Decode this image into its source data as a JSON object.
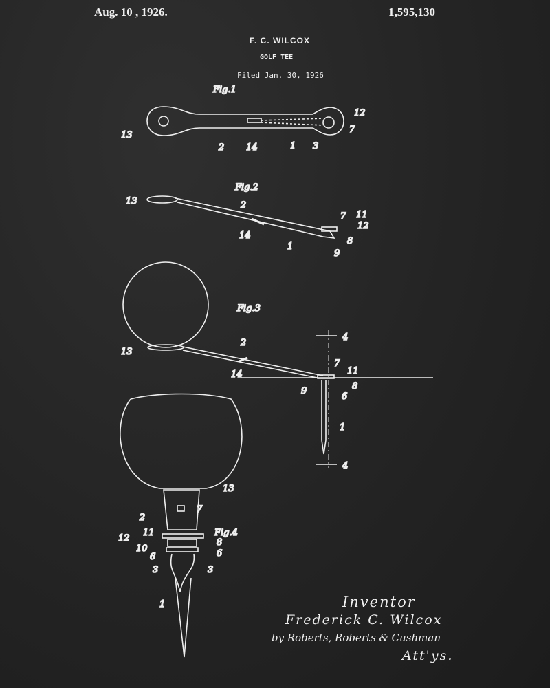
{
  "header": {
    "date": "Aug. 10 , 1926.",
    "patent_number": "1,595,130",
    "inventor_name": "F. C. WILCOX",
    "title": "GOLF TEE",
    "filed": "Filed Jan. 30, 1926"
  },
  "figures": {
    "fig1": {
      "label": "Fig.1",
      "refs": [
        "13",
        "2",
        "14",
        "1",
        "3",
        "12",
        "7"
      ]
    },
    "fig2": {
      "label": "Fig.2",
      "refs": [
        "13",
        "2",
        "14",
        "1",
        "7",
        "11",
        "12",
        "8",
        "9"
      ]
    },
    "fig3": {
      "label": "Fig.3",
      "refs": [
        "13",
        "2",
        "14",
        "7",
        "11",
        "8",
        "9",
        "6",
        "1",
        "4",
        "4"
      ]
    },
    "fig4": {
      "label": "Fig.4",
      "refs": [
        "13",
        "2",
        "7",
        "11",
        "12",
        "10",
        "8",
        "6",
        "6",
        "3",
        "3",
        "1"
      ]
    }
  },
  "signature": {
    "heading": "Inventor",
    "inventor": "Frederick C. Wilcox",
    "attorneys": "by Roberts, Roberts & Cushman",
    "atty_label": "Att'ys."
  }
}
